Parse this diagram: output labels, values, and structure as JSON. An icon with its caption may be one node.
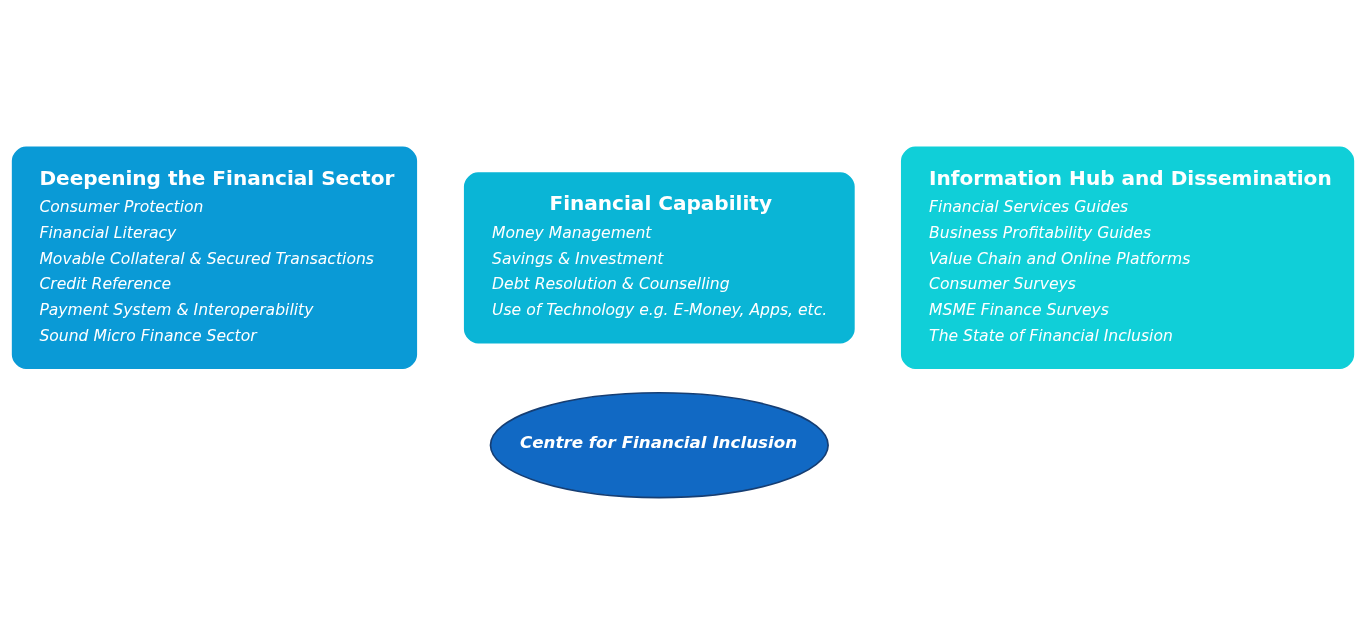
{
  "diagram": {
    "nodes": [
      {
        "text": [
          "Deepening the Financial Sector",
          "Consumer Protection",
          "Financial Literacy",
          "Movable Collateral & Secured Transactions",
          "Credit Reference",
          "Payment System & Interoperability",
          "Sound Micro Finance Sector"
        ]
      },
      {
        "text": [
          "Financial Capability",
          "Money Management",
          "Savings & Investment",
          "Debt Resolution & Counselling",
          "Use of Technology e.g. E-Money, Apps, etc."
        ]
      },
      {
        "text": [
          "Information Hub and Dissemination",
          "Financial Services Guides",
          "Business Profitability Guides",
          "Value Chain and Online Platforms",
          "Consumer Surveys",
          "MSME Finance Surveys",
          "The State of Financial Inclusion"
        ]
      },
      {
        "text": [
          "Centre for Financial Inclusion"
        ]
      }
    ]
  }
}
